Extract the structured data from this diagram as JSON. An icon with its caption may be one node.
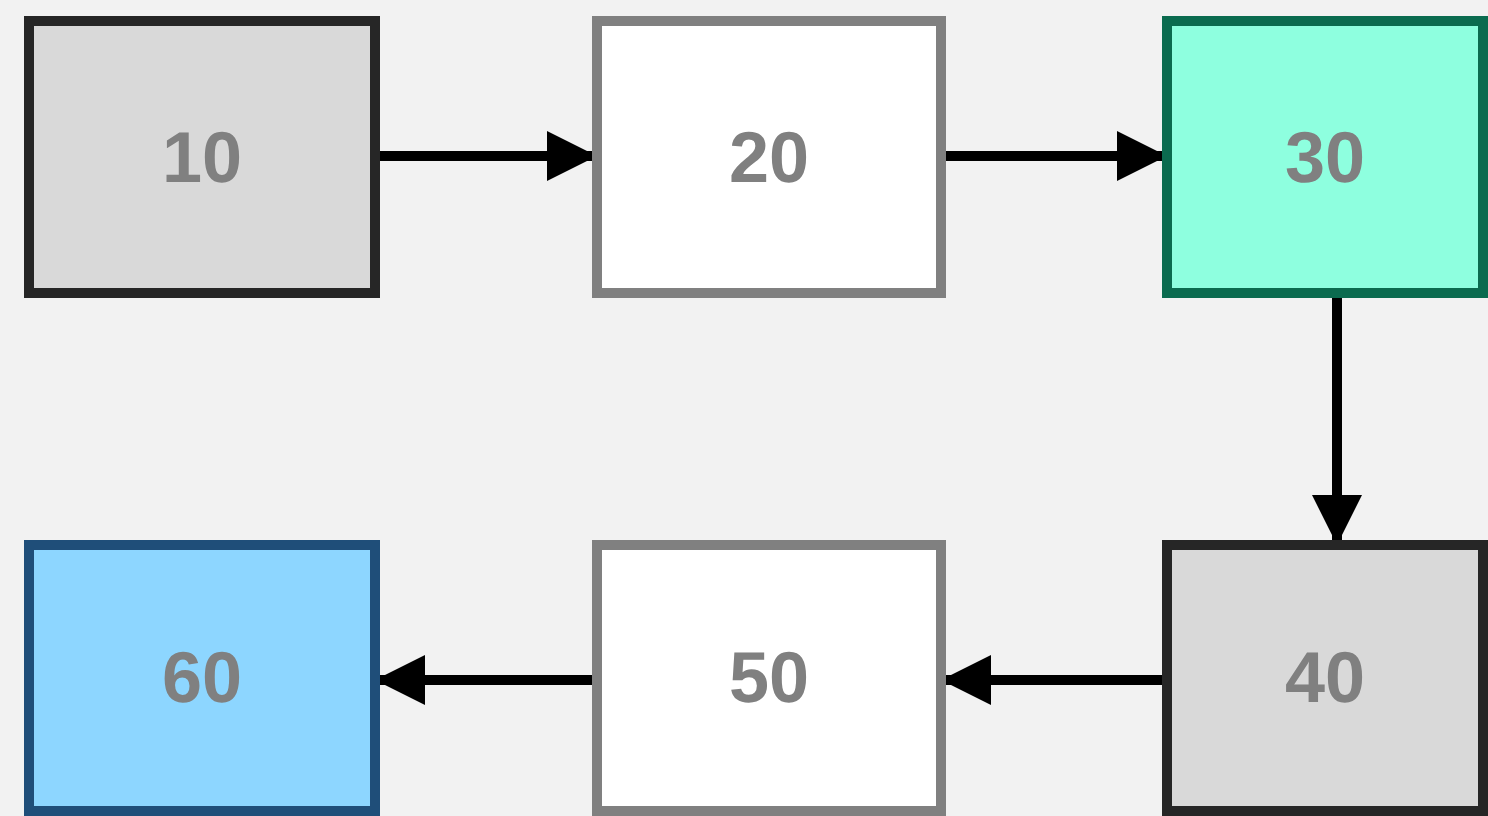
{
  "diagram": {
    "nodes": [
      {
        "text": [
          "10"
        ]
      },
      {
        "text": [
          "20"
        ]
      },
      {
        "text": [
          "30"
        ]
      },
      {
        "text": [
          "40"
        ]
      },
      {
        "text": [
          "50"
        ]
      },
      {
        "text": [
          "60"
        ]
      }
    ],
    "edges": [
      {
        "from": 0,
        "to": 1,
        "arrow": "to"
      },
      {
        "from": 1,
        "to": 2,
        "arrow": "to"
      },
      {
        "from": 2,
        "to": 3,
        "arrow": "to"
      },
      {
        "from": 3,
        "to": 4,
        "arrow": "to"
      },
      {
        "from": 4,
        "to": 5,
        "arrow": "to"
      }
    ]
  }
}
